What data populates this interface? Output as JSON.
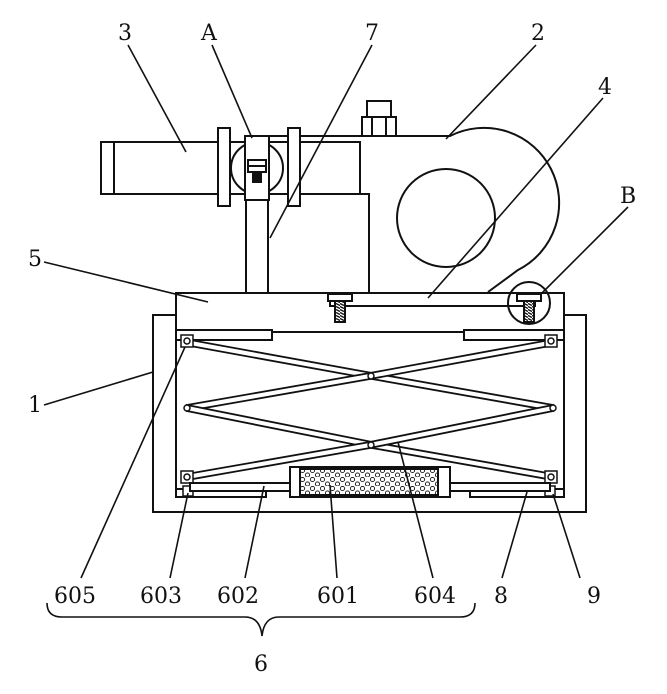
{
  "labels": {
    "l1": "1",
    "l2": "2",
    "l3": "3",
    "l4": "4",
    "l5": "5",
    "l6": "6",
    "l7": "7",
    "l8": "8",
    "l9": "9",
    "lA": "A",
    "lB": "B",
    "l601": "601",
    "l602": "602",
    "l603": "603",
    "l604": "604",
    "l605": "605"
  },
  "colors": {
    "line": "#111111",
    "background": "#ffffff"
  }
}
